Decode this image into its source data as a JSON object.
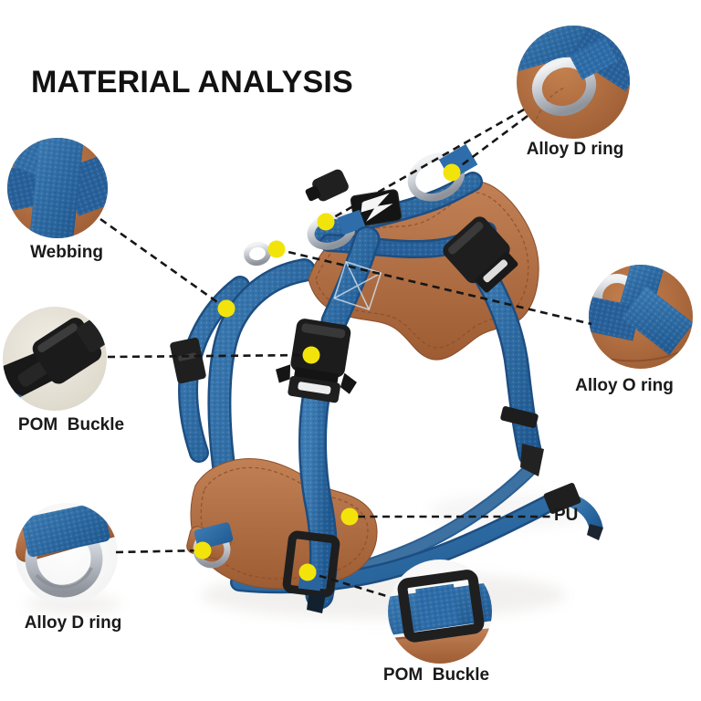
{
  "title": "MATERIAL ANALYSIS",
  "callouts": {
    "alloy_d_ring_top": {
      "label": "Alloy D ring"
    },
    "webbing": {
      "label": "Webbing"
    },
    "pom_buckle_left": {
      "label": "POM  Buckle"
    },
    "alloy_o_ring": {
      "label": "Alloy O ring"
    },
    "alloy_d_ring_bottom": {
      "label": "Alloy D ring"
    },
    "pu": {
      "label": "PU"
    },
    "pom_buckle_bottom": {
      "label": "POM  Buckle"
    }
  },
  "colors": {
    "background": "#ffffff",
    "webbing_blue": "#2e6da9",
    "webbing_blue_dark": "#1d4e81",
    "leather_brown": "#b06a41",
    "buckle_black": "#1e1e1e",
    "metal_silver": "#c6cad0",
    "callout_dot_yellow": "#f2e40b",
    "annotation_line": "#161616",
    "text": "#1a1a1a"
  }
}
